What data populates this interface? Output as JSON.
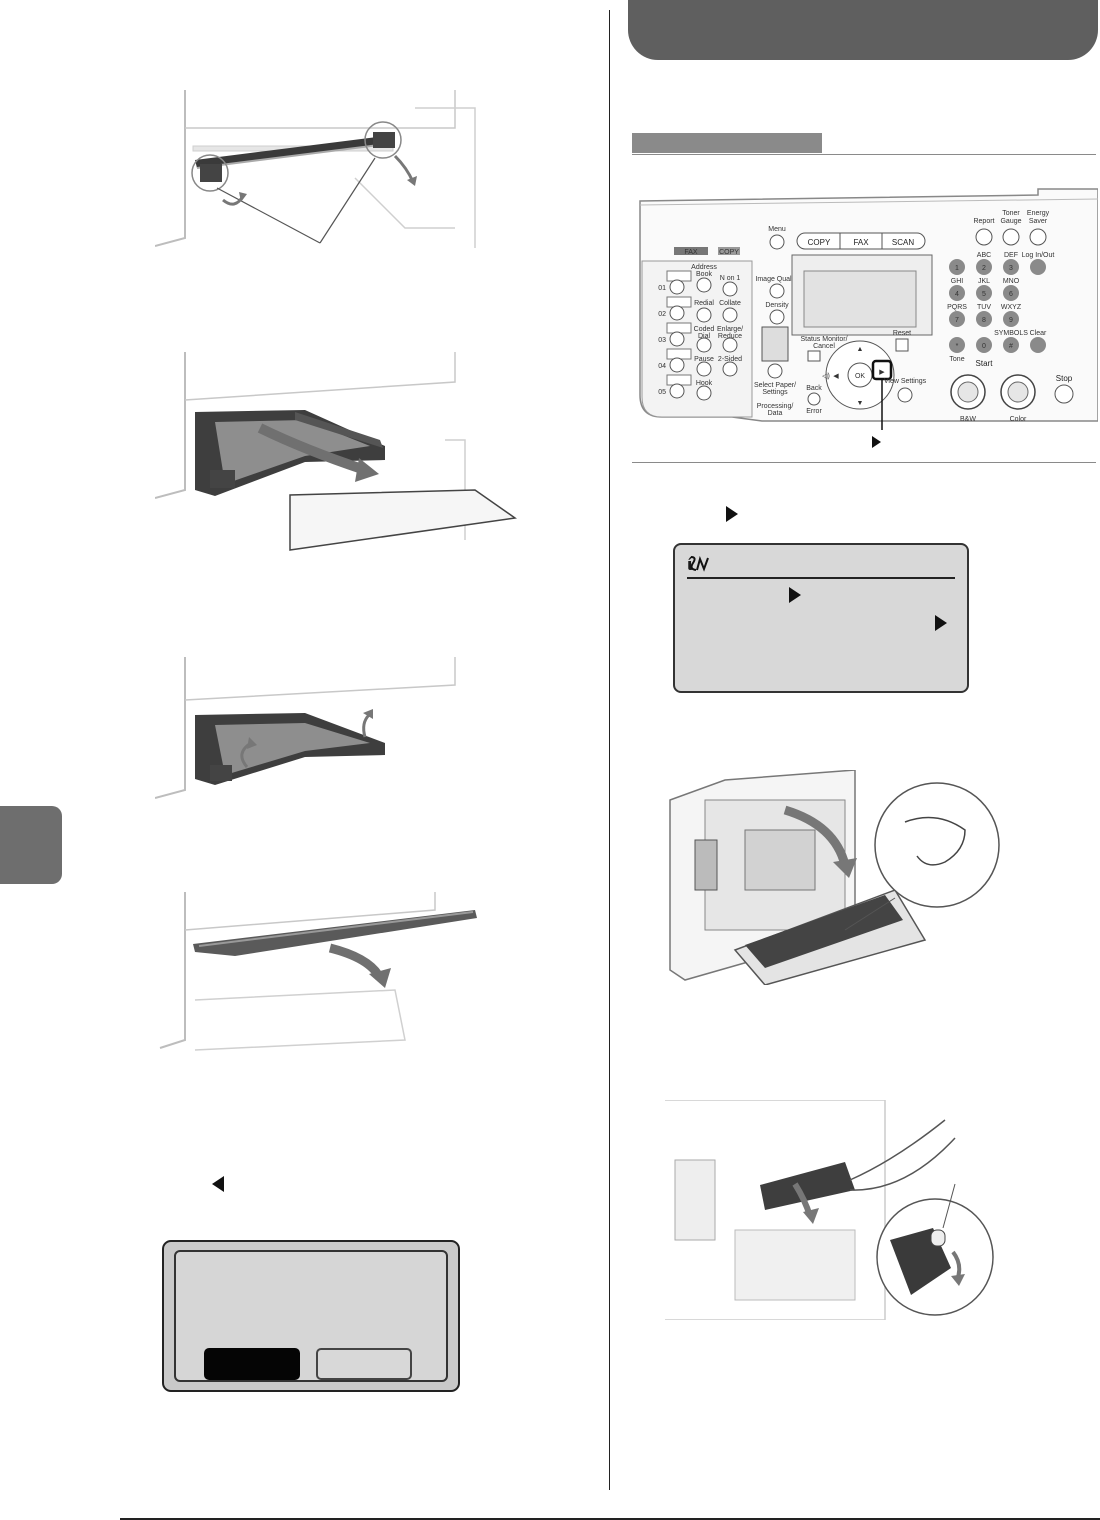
{
  "control_panel": {
    "tab_fax": "FAX",
    "tab_copy": "COPY",
    "mode_copy": "COPY",
    "mode_fax": "FAX",
    "mode_scan": "SCAN",
    "menu": "Menu",
    "image_quality": "Image Quality",
    "density": "Density",
    "status_monitor": "Status Monitor/",
    "status_cancel": "Cancel",
    "select_paper": "Select Paper/",
    "select_settings": "Settings",
    "processing": "Processing/",
    "processing_data": "Data",
    "error": "Error",
    "back": "Back",
    "reset": "Reset",
    "view_settings": "View Settings",
    "ok": "OK",
    "report": "Report",
    "toner_gauge_1": "Toner",
    "toner_gauge_2": "Gauge",
    "energy_saver_1": "Energy",
    "energy_saver_2": "Saver",
    "log_in_out": "Log In/Out",
    "address_book_1": "Address",
    "address_book_2": "Book",
    "n_on_1": "N on 1",
    "redial": "Redial",
    "collate": "Collate",
    "coded_dial_1": "Coded",
    "coded_dial_2": "Dial",
    "enlarge_1": "Enlarge/",
    "enlarge_2": "Reduce",
    "pause": "Pause",
    "two_sided": "2-Sided",
    "hook": "Hook",
    "one_touch": [
      "01",
      "02",
      "03",
      "04",
      "05"
    ],
    "keypad_letters": [
      "ABC",
      "DEF",
      "GHI",
      "JKL",
      "MNO",
      "PQRS",
      "TUV",
      "WXYZ",
      "SYMBOLS"
    ],
    "keypad_digits": [
      "1",
      "2",
      "3",
      "4",
      "5",
      "6",
      "7",
      "8",
      "9",
      "*",
      "0",
      "#"
    ],
    "clear": "Clear",
    "tone": "Tone",
    "start": "Start",
    "stop": "Stop",
    "bw": "B&W",
    "color": "Color"
  },
  "colors": {
    "header": "#5f5f5f",
    "side_tab": "#6e6e6e",
    "lcd_background": "#d8d8d8",
    "button_dark": "#050505"
  },
  "icons": {
    "lcd_title_icon": "paper-jam-icon",
    "right_key_icon": "triangle-right-icon",
    "left_key_icon": "triangle-left-icon"
  }
}
